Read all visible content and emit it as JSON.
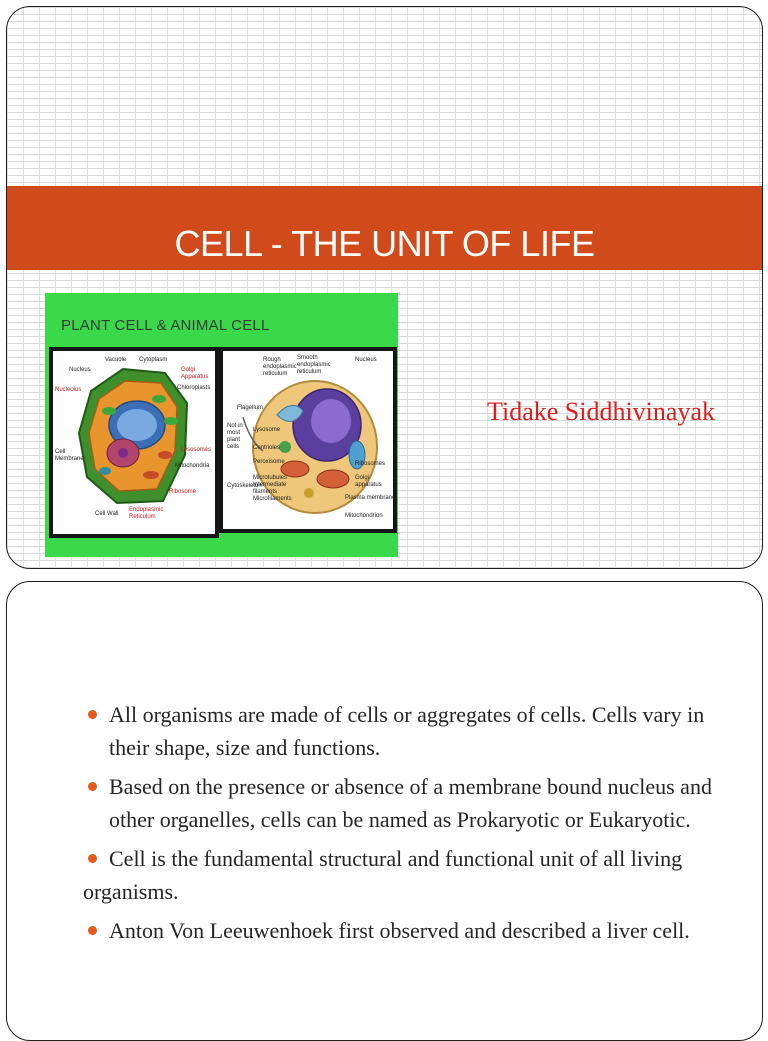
{
  "slide1": {
    "title": "CELL - THE UNIT OF LIFE",
    "author": "Tidake Siddhivinayak",
    "figure": {
      "caption": "PLANT CELL & ANIMAL CELL",
      "plant_labels": {
        "vacuole": "Vacuole",
        "cytoplasm": "Cytoplasm",
        "nucleus": "Nucleus",
        "nucleolus": "Nucleolus",
        "golgi": "Golgi Apparatus",
        "chloroplasts": "Chloroplasts",
        "cell_membrane": "Cell Membrane",
        "lysosomes": "Lysosomes",
        "mitochondria": "Mitochondria",
        "ribosome": "Ribosome",
        "cell_wall": "Cell Wall",
        "er": "Endoplasmic Reticulum"
      },
      "animal_labels": {
        "rough_er": "Rough endoplasmic reticulum",
        "smooth_er": "Smooth endoplasmic reticulum",
        "nucleus": "Nucleus",
        "flagellum": "Flagellum",
        "not_in_plant": "Not in most plant cells",
        "lysosome": "Lysosome",
        "centrioles": "Centrioles",
        "peroxisome": "Peroxisome",
        "ribosomes": "Ribosomes",
        "golgi": "Golgi apparatus",
        "cytoskeleton": "Cytoskeleton",
        "filaments": "Microtubules Intermediate filaments Microfilaments",
        "plasma_membrane": "Plasma membrane",
        "mitochondrion": "Mitochondrion"
      }
    }
  },
  "slide2": {
    "bullets": [
      "All organisms are made of cells or aggregates of cells. Cells vary in their shape, size and functions.",
      "Based on the presence or absence of a membrane bound nucleus and other organelles, cells can be named as Prokaryotic or Eukaryotic.",
      "Cell is the fundamental structural and functional unit of all living organisms.",
      "Anton Von Leeuwenhoek first observed and described a liver cell."
    ]
  },
  "colors": {
    "title_bar": "#d14a1b",
    "author_text": "#e01b1b",
    "bullet_marker": "#e25a1c",
    "figure_background": "#39d94a"
  }
}
